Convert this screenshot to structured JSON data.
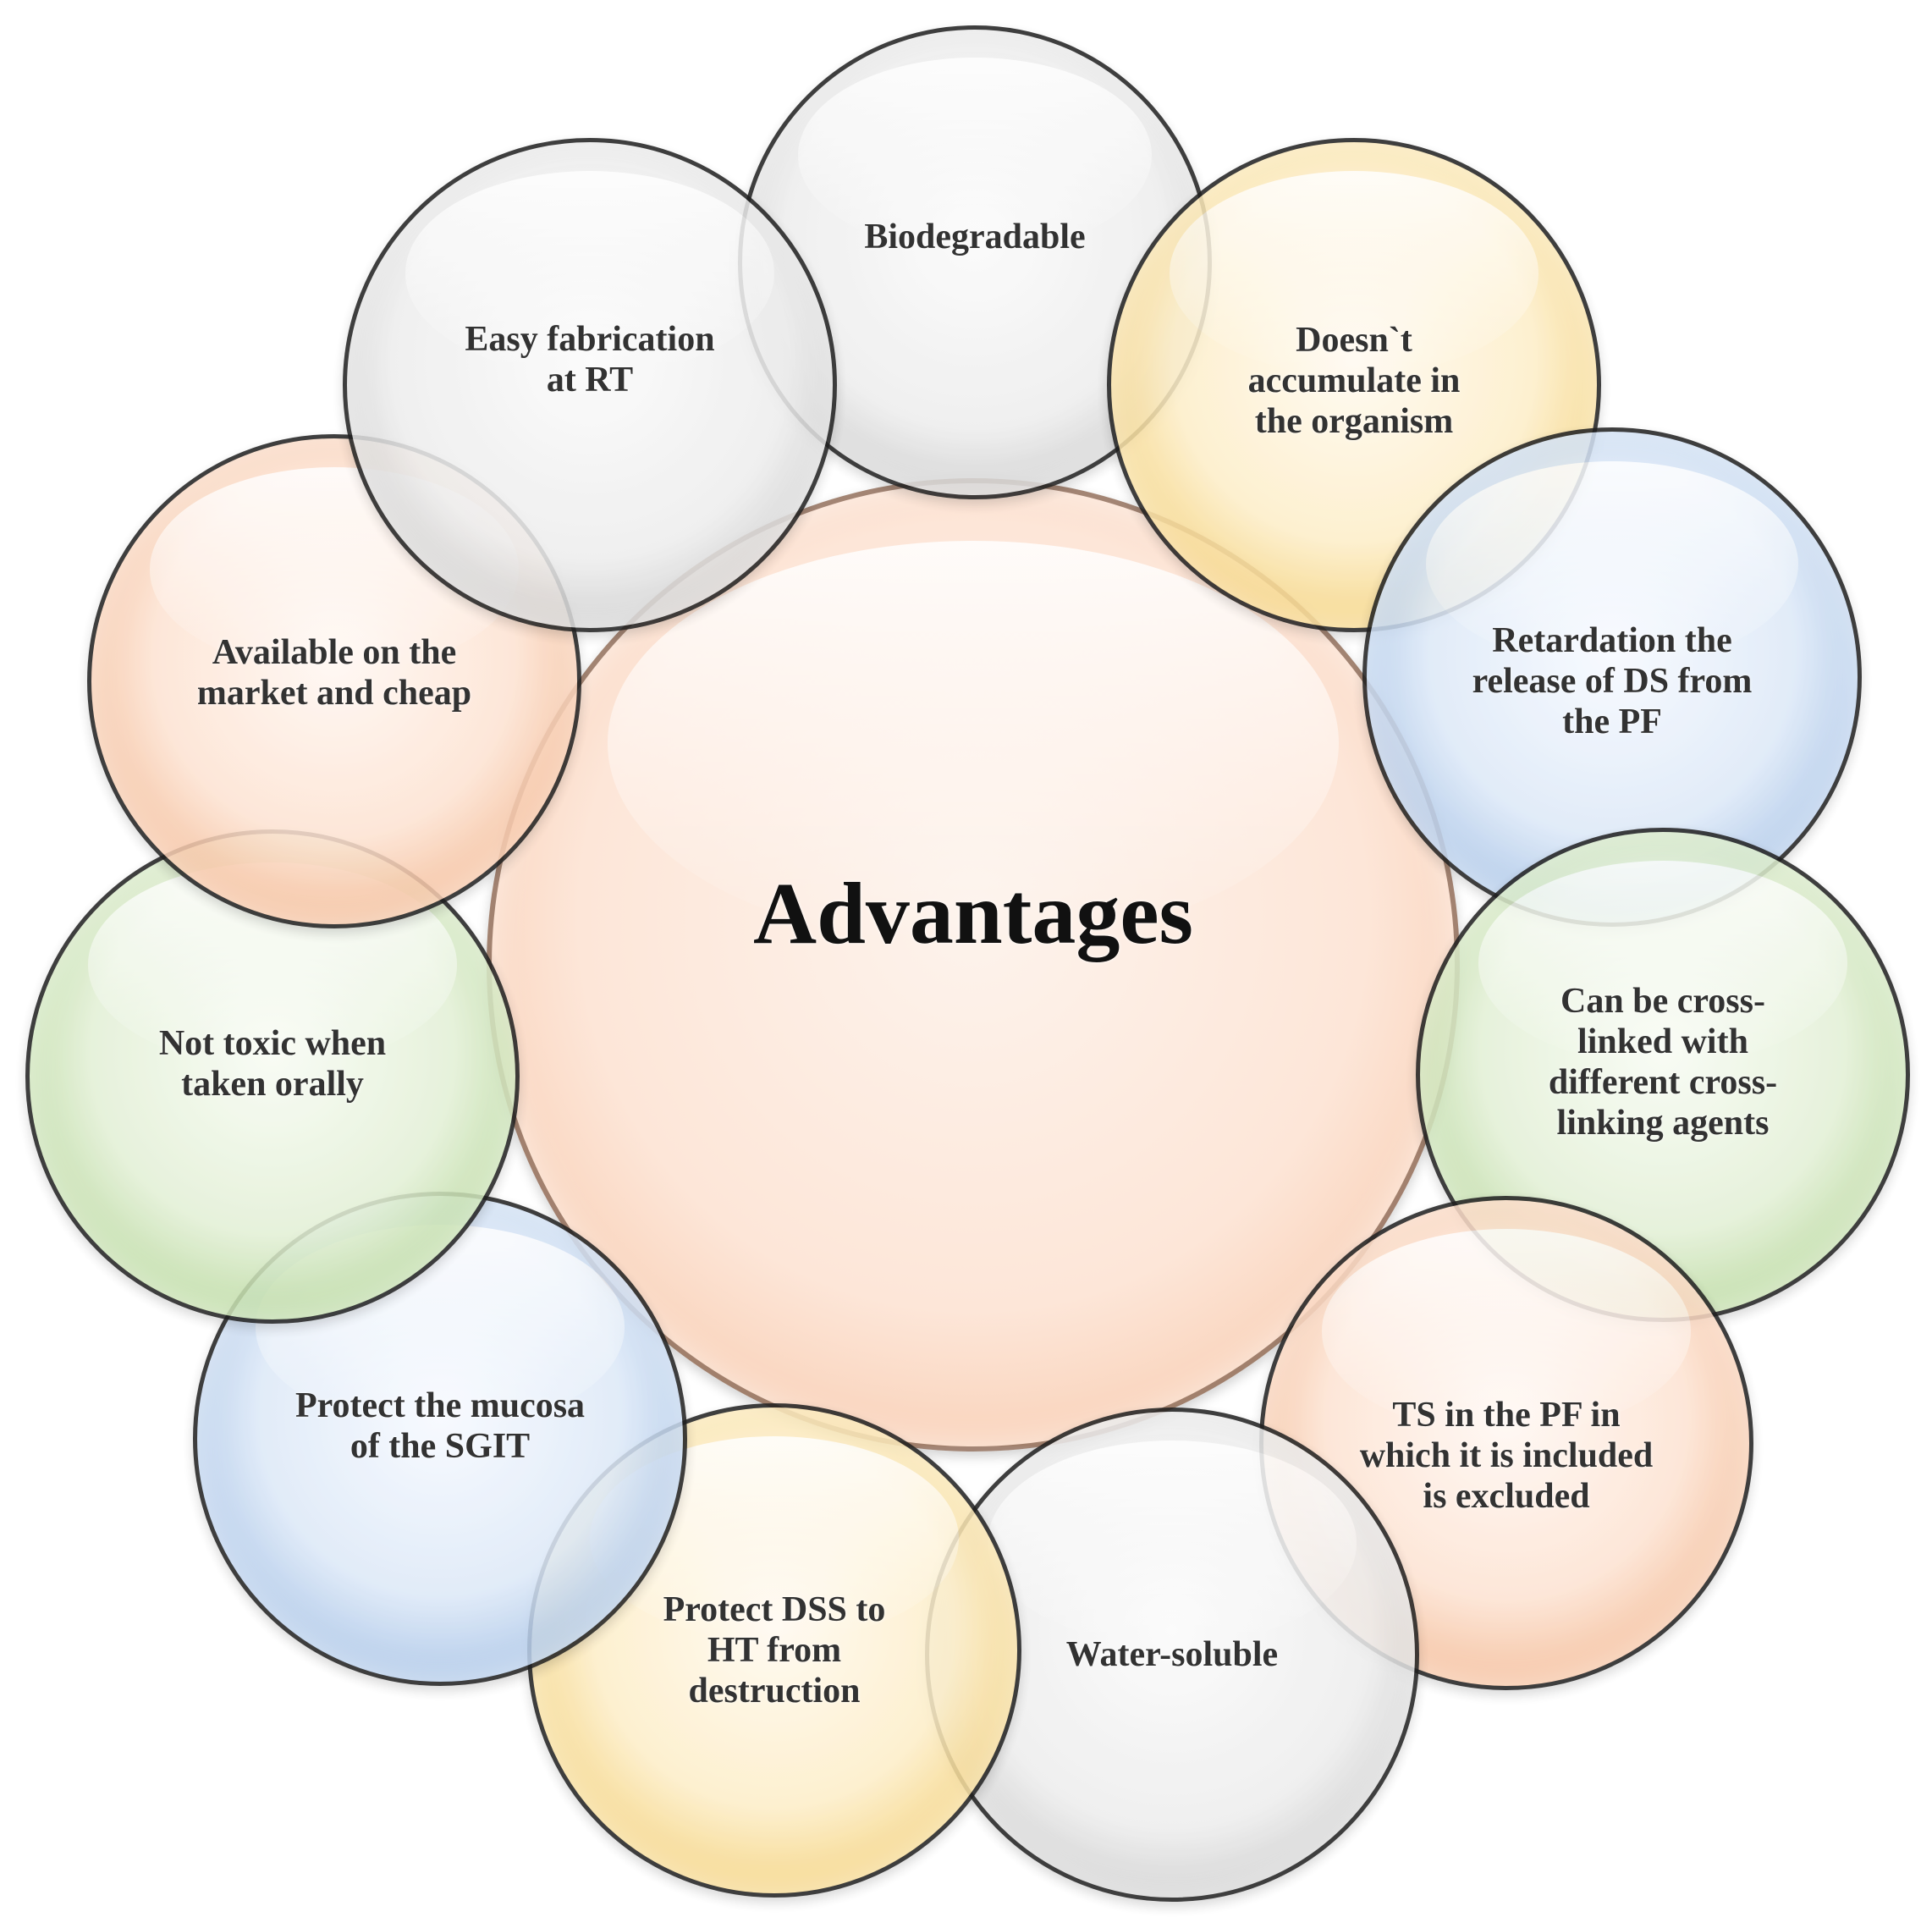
{
  "diagram": {
    "center": {
      "label": "Advantages",
      "tint": "center"
    },
    "items": [
      {
        "label": "Biodegradable",
        "tint": "gray"
      },
      {
        "label": "Doesn`t\naccumulate in\nthe organism",
        "tint": "yellow"
      },
      {
        "label": "Retardation the\nrelease of DS from\nthe PF",
        "tint": "blue"
      },
      {
        "label": "Can be cross-\nlinked with\ndifferent cross-\nlinking agents",
        "tint": "green"
      },
      {
        "label": "TS in the PF in\nwhich it is included\nis excluded",
        "tint": "orange"
      },
      {
        "label": "Water-soluble",
        "tint": "gray"
      },
      {
        "label": "Protect DSS to\nHT from\ndestruction",
        "tint": "yellow"
      },
      {
        "label": "Protect the mucosa\nof the SGIT",
        "tint": "blue"
      },
      {
        "label": "Not toxic when\ntaken orally",
        "tint": "green"
      },
      {
        "label": "Available on the\nmarket and cheap",
        "tint": "orange"
      },
      {
        "label": "Easy fabrication\nat RT",
        "tint": "gray"
      }
    ],
    "colors": {
      "gray": "#d9d9d9",
      "yellow": "#f2c65a",
      "blue": "#8fb2df",
      "green": "#a7cf85",
      "orange": "#f1a97b",
      "center": "#fde6d8",
      "outline": "#1f1f1f"
    }
  }
}
